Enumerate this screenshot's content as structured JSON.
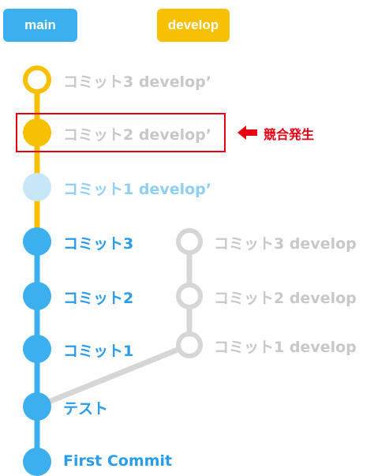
{
  "branches": {
    "main": "main",
    "develop": "develop"
  },
  "main_commits": [
    "コミット3",
    "コミット2",
    "コミット1",
    "テスト",
    "First Commit"
  ],
  "develop_prime_commits": [
    "コミット3 develop’",
    "コミット2 develop’",
    "コミット1 develop’"
  ],
  "develop_commits": [
    "コミット3 develop",
    "コミット2 develop",
    "コミット1 develop"
  ],
  "annotation": {
    "conflict": "競合発生"
  },
  "colors": {
    "main": "#3cb0ef",
    "develop": "#f7c003",
    "gray": "#d6d6d6",
    "conflict": "#e60012",
    "faded_main": "#c7e7f8"
  }
}
